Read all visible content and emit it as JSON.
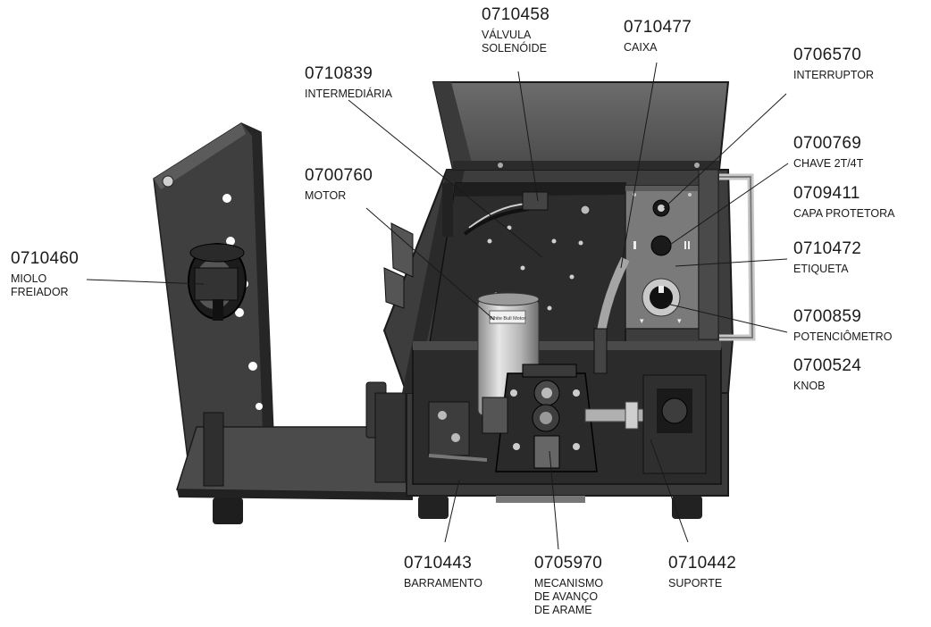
{
  "callouts": [
    {
      "id": "valvula",
      "code": "0710458",
      "name": "VÁLVULA\nSOLENÓIDE"
    },
    {
      "id": "caixa",
      "code": "0710477",
      "name": "CAIXA"
    },
    {
      "id": "intermediaria",
      "code": "0710839",
      "name": "INTERMEDIÁRIA"
    },
    {
      "id": "interruptor",
      "code": "0706570",
      "name": "INTERRUPTOR"
    },
    {
      "id": "chave",
      "code": "0700769",
      "name": "CHAVE 2T/4T"
    },
    {
      "id": "capa",
      "code": "0709411",
      "name": "CAPA PROTETORA"
    },
    {
      "id": "motor",
      "code": "0700760",
      "name": "MOTOR"
    },
    {
      "id": "etiqueta",
      "code": "0710472",
      "name": "ETIQUETA"
    },
    {
      "id": "miolo",
      "code": "0710460",
      "name": "MIOLO\nFREIADOR"
    },
    {
      "id": "potenciometro",
      "code": "0700859",
      "name": "POTENCIÔMETRO"
    },
    {
      "id": "knob",
      "code": "0700524",
      "name": "KNOB"
    },
    {
      "id": "barramento",
      "code": "0710443",
      "name": "BARRAMENTO"
    },
    {
      "id": "mecanismo",
      "code": "0705970",
      "name": "MECANISMO\nDE AVANÇO\nDE ARAME"
    },
    {
      "id": "suporte",
      "code": "0710442",
      "name": "SUPORTE"
    }
  ],
  "motor_label": "White Bull Motor"
}
